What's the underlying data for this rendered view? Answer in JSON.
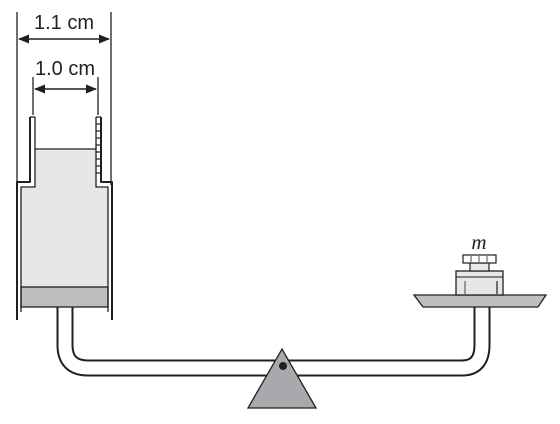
{
  "diagram": {
    "outer_width_label": "1.1 cm",
    "inner_width_label": "1.0 cm",
    "mass_label": "m"
  },
  "colors": {
    "ink": "#231f20",
    "container_fill": "#e6e7e9",
    "base_fill": "#bcbec0",
    "pivot_fill": "#a7a9ac",
    "pipe_fill": "#ffffff"
  }
}
